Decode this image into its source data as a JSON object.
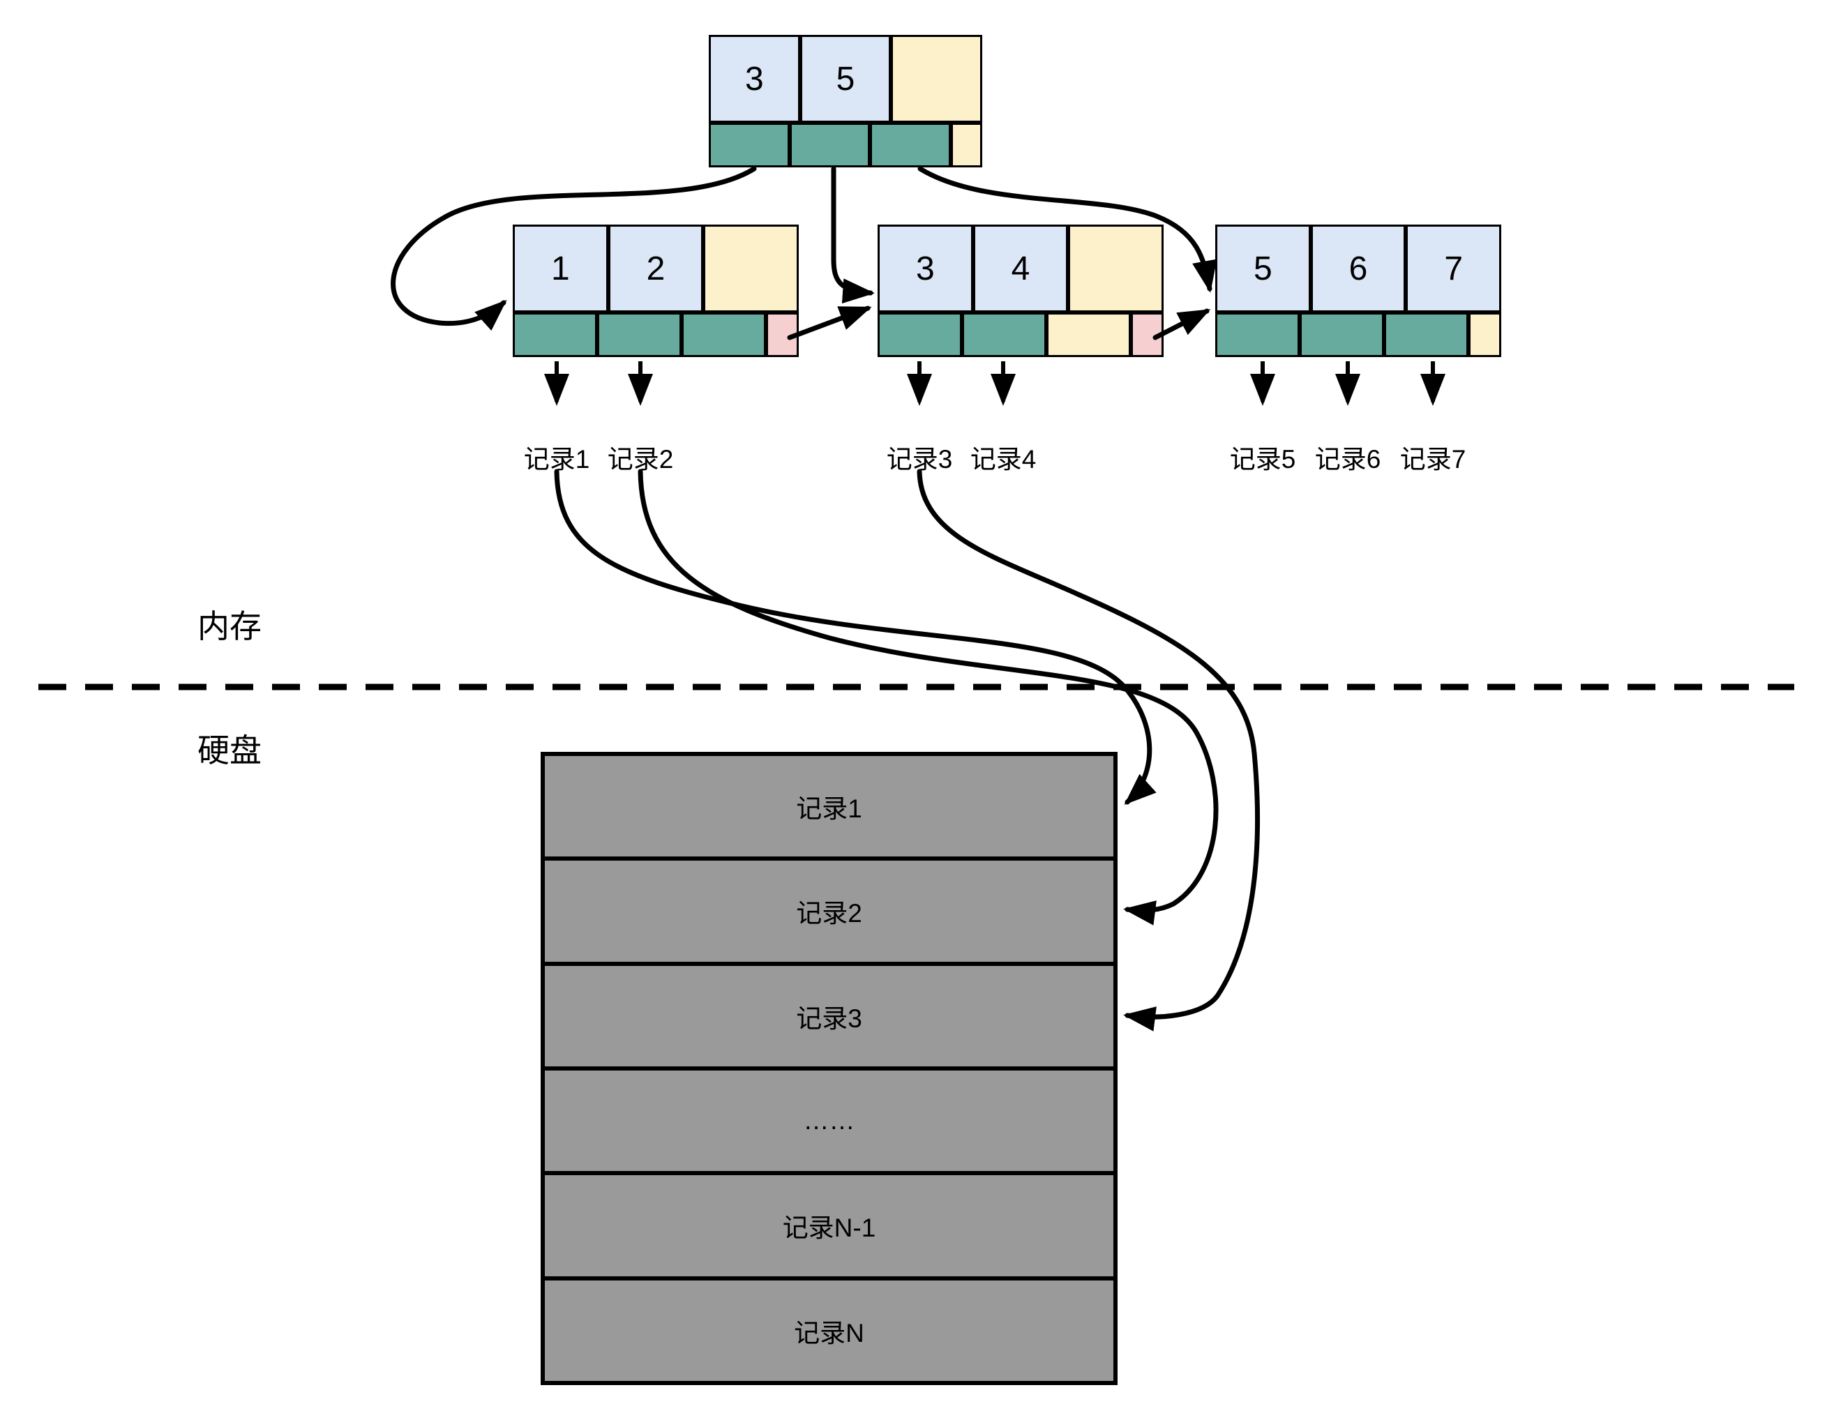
{
  "regions": {
    "memory_label": "内存",
    "disk_label": "硬盘"
  },
  "tree": {
    "root": {
      "keys": [
        "3",
        "5"
      ]
    },
    "leaves": [
      {
        "keys": [
          "1",
          "2"
        ]
      },
      {
        "keys": [
          "3",
          "4"
        ]
      },
      {
        "keys": [
          "5",
          "6",
          "7"
        ]
      }
    ]
  },
  "record_labels": [
    "记录1",
    "记录2",
    "记录3",
    "记录4",
    "记录5",
    "记录6",
    "记录7"
  ],
  "disk": {
    "rows": [
      "记录1",
      "记录2",
      "记录3",
      "……",
      "记录N-1",
      "记录N"
    ]
  },
  "colors": {
    "key_cell": "#dbe7f6",
    "empty_cell": "#fdf1cc",
    "record_pointer_cell": "#66ab9e",
    "next_leaf_pointer_cell": "#f6cfd0",
    "disk_row": "#9a9a9a",
    "line": "#000000",
    "background": "#ffffff"
  }
}
